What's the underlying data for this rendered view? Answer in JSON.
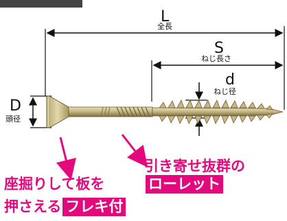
{
  "dimensions": {
    "L": {
      "letter": "L",
      "sublabel": "全長"
    },
    "S": {
      "letter": "S",
      "sublabel": "ねじ長さ"
    },
    "d": {
      "letter": "d",
      "sublabel": "ねじ径"
    },
    "D": {
      "letter": "D",
      "sublabel": "頭径"
    }
  },
  "callouts": {
    "knurl_line1": "引き寄せ抜群の",
    "knurl_highlight": "ローレット",
    "flex_line1": "座掘りして板を",
    "flex_line2": "押さえる",
    "flex_highlight": "フレキ付"
  },
  "colors": {
    "accent": "#e4087d",
    "dark_tab": "#444444",
    "screw_body": "#c7b884",
    "screw_shadow": "#8a7a4a",
    "screw_highlight": "#e6dcb2"
  }
}
